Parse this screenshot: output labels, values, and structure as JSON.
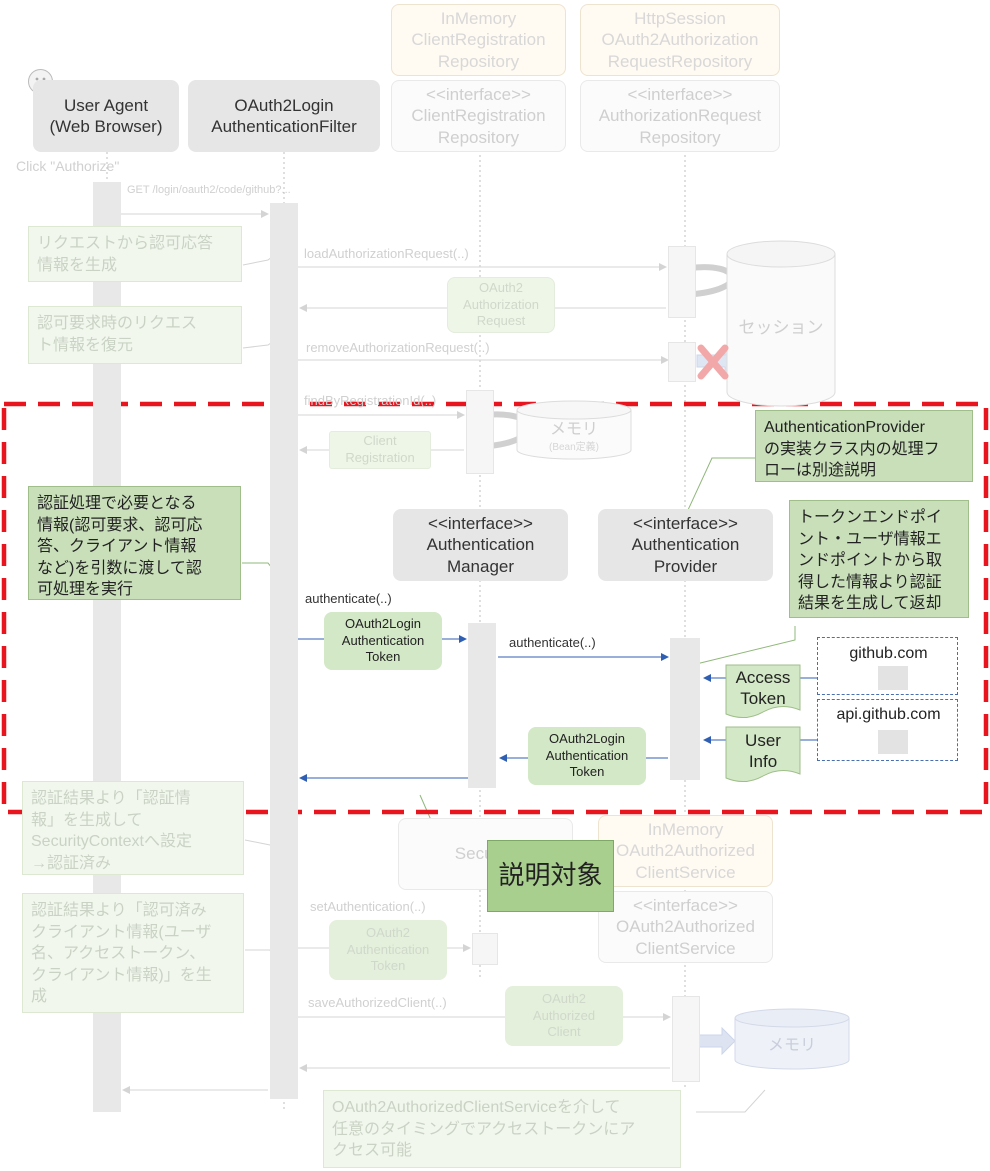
{
  "participants": {
    "user_agent": "User Agent\n(Web Browser)",
    "filter": "OAuth2Login\nAuthenticationFilter",
    "inmemory_repo": "InMemory\nClientRegistration\nRepository",
    "client_repo_iface": "<<interface>>\nClientRegistration\nRepository",
    "session_repo": "HttpSession\nOAuth2Authorization\nRequestRepository",
    "auth_req_iface": "<<interface>>\nAuthorizationRequest\nRepository",
    "auth_manager": "<<interface>>\nAuthentication\nManager",
    "auth_provider": "<<interface>>\nAuthentication\nProvider",
    "security_context": "Security",
    "inmemory_authorized": "InMemory\nOAuth2Authorized\nClientService",
    "authorized_iface": "<<interface>>\nOAuth2Authorized\nClientService"
  },
  "messages": {
    "click": "Click \"Authorize\"",
    "get": "GET /login/oauth2/code/github?...",
    "load": "loadAuthorizationRequest(..)",
    "remove": "removeAuthorizationRequest(..)",
    "find": "findByRegistrationId(..)",
    "authenticate1": "authenticate(..)",
    "authenticate2": "authenticate(..)",
    "set_auth": "setAuthentication(..)",
    "save": "saveAuthorizedClient(..)"
  },
  "notes": {
    "n1": "リクエストから認可応答\n情報を生成",
    "n2": "認可要求時のリクエス\nト情報を復元",
    "n3": "認証処理で必要となる\n情報(認可要求、認可応\n答、クライアント情報\nなど)を引数に渡して認\n可処理を実行",
    "n4": "AuthenticationProvider\nの実装クラス内の処理フ\nローは別途説明",
    "n5": "トークンエンドポイ\nント・ユーザ情報エ\nンドポイントから取\n得した情報より認証\n結果を生成して返却",
    "n6": "認証結果より「認証情\n報」を生成して\nSecurityContextへ設定\n→認証済み",
    "n7": "認証結果より「認可済み\nクライアント情報(ユーザ\n名、アクセストークン、\nクライアント情報)」を生\n成",
    "n8": "OAuth2AuthorizedClientServiceを介して\n任意のタイミングでアクセストークンにア\nクセス可能",
    "focus": "説明対象"
  },
  "tokens": {
    "auth_request": "OAuth2\nAuthorization\nRequest",
    "client_reg": "Client\nRegistration",
    "login_token1": "OAuth2Login\nAuthentication\nToken",
    "login_token2": "OAuth2Login\nAuthentication\nToken",
    "auth_token": "OAuth2\nAuthentication\nToken",
    "authorized_client": "OAuth2\nAuthorized\nClient"
  },
  "stores": {
    "session": "セッション",
    "memory1": "メモリ",
    "memory1_sub": "(Bean定義)",
    "memory2": "メモリ"
  },
  "docs": {
    "access_token": "Access\nToken",
    "user_info": "User\nInfo"
  },
  "external": {
    "github": "github.com",
    "api": "api.github.com"
  },
  "colors": {
    "highlight_dash": "#e8141e",
    "arrow": "#2f5fb3",
    "note_fill": "#c8dfb9"
  }
}
